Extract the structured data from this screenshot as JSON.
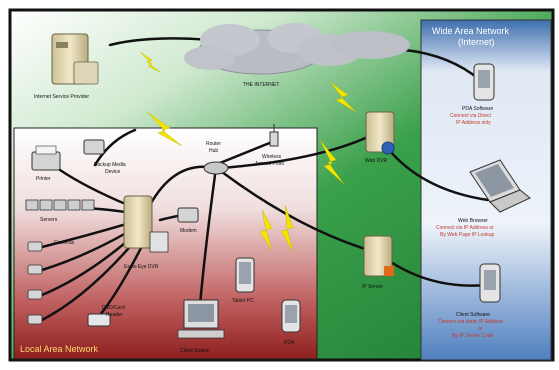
{
  "wan": {
    "title_line1": "Wide Area Network",
    "title_line2": "(Internet)"
  },
  "internet_label": "THE INTERNET",
  "isp_label": "Internet Service Provider",
  "lan_title": "Local Area Network",
  "lan": {
    "printer": "Printer",
    "backup_line1": "Backup Media",
    "backup_line2": "Device",
    "servers": "Servers",
    "cameras": "Cameras",
    "modem": "Modem",
    "dvr": "Exalo Eye DVR",
    "dvd_line1": "DVD/Card",
    "dvd_line2": "Reader",
    "router_line1": "Router",
    "router_line2": "Hub",
    "wap_line1": "Wireless",
    "wap_line2": "Access Point",
    "tablet": "Tablet PC",
    "pda": "PDA",
    "client_station": "Client Station"
  },
  "right": {
    "web_dvr": "Web DVR",
    "ip_server": "IP Server",
    "pda_software": "PDA Software",
    "pda_line1": "Connect via Direct",
    "pda_line2": "IP Address only",
    "web_browser": "Web Browser",
    "browser_line1": "Connect via IP Address or",
    "browser_line2": "By Web Page IP Lookup",
    "client_software": "Client Software",
    "client_line1": "Connect via static IP Address",
    "client_line2": "or",
    "client_line3": "By IP Server Code"
  },
  "colors": {
    "green_bg": "#2fa84a",
    "lan_red": "#a32a2a",
    "wan_blue": "#3b6fb0",
    "cloud": "#b9bcc4",
    "lightning": "#f2e600"
  }
}
